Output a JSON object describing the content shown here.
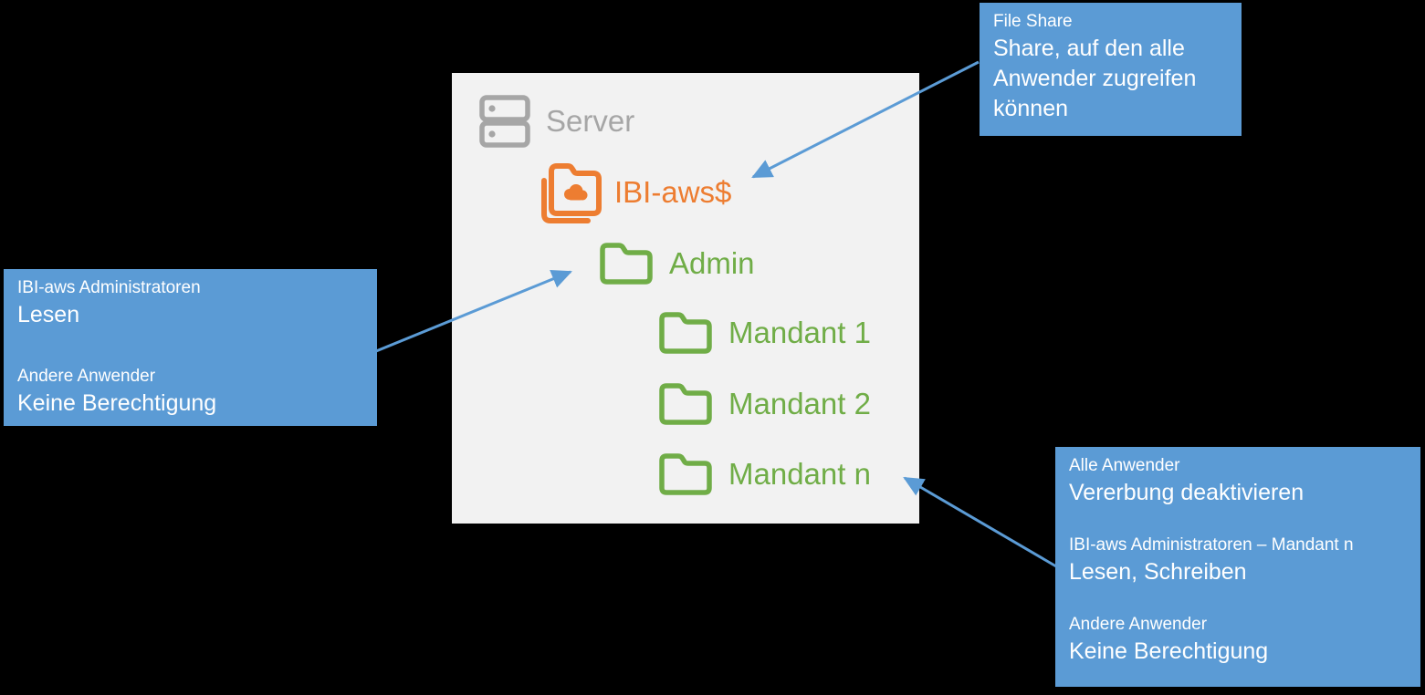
{
  "colors": {
    "background": "#000000",
    "panel_background": "#F2F2F2",
    "callout_blue": "#5B9BD5",
    "arrow_blue": "#5B9BD5",
    "server_gray": "#A6A6A6",
    "share_orange": "#ED7D31",
    "folder_green": "#70AD47",
    "callout_text": "#FFFFFF"
  },
  "tree": {
    "server_label": "Server",
    "share_label": "IBI-aws$",
    "folders": [
      "Admin",
      "Mandant 1",
      "Mandant 2",
      "Mandant n"
    ]
  },
  "callouts": {
    "file_share": {
      "heading": "File Share",
      "body": "Share, auf den alle Anwender zugreifen können"
    },
    "admin_permissions": {
      "entries": [
        {
          "group": "IBI-aws Administratoren",
          "permission": "Lesen"
        },
        {
          "group": "Andere Anwender",
          "permission": "Keine Berechtigung"
        }
      ]
    },
    "mandant_permissions": {
      "entries": [
        {
          "group": "Alle Anwender",
          "permission": "Vererbung deaktivieren"
        },
        {
          "group": "IBI-aws Administratoren – Mandant n",
          "permission": "Lesen, Schreiben"
        },
        {
          "group": "Andere Anwender",
          "permission": "Keine Berechtigung"
        }
      ]
    }
  }
}
